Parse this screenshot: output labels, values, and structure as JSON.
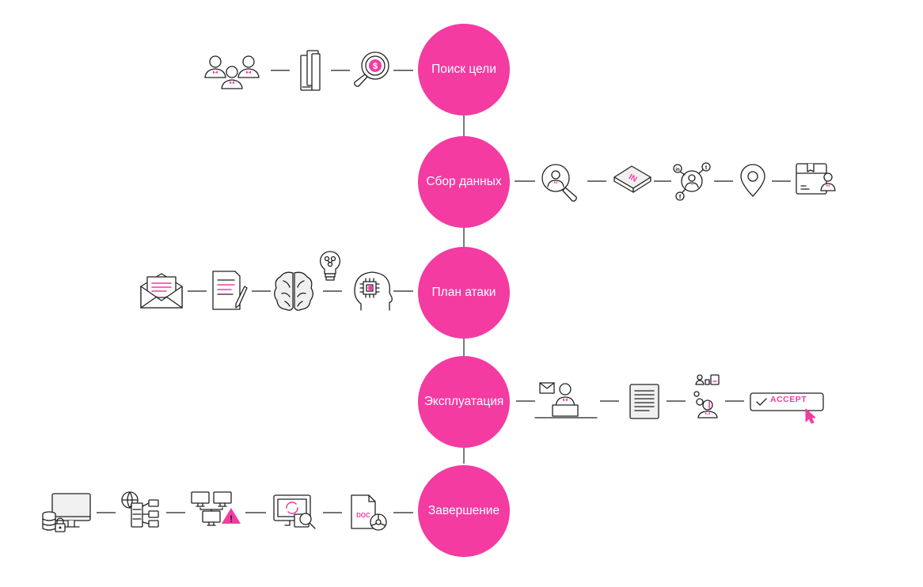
{
  "stages": [
    {
      "id": "target-search",
      "label": "Поиск цели"
    },
    {
      "id": "data-collection",
      "label": "Сбор данных"
    },
    {
      "id": "attack-plan",
      "label": "План атаки"
    },
    {
      "id": "exploitation",
      "label": "Эксплуатация"
    },
    {
      "id": "completion",
      "label": "Завершение"
    }
  ],
  "accept_button": {
    "label": "ACCEPT"
  },
  "colors": {
    "accent": "#f33ba1",
    "line": "#222222",
    "background": "#ffffff"
  },
  "icons": {
    "target_search": [
      "people-group-icon",
      "documents-stack-icon",
      "money-search-icon"
    ],
    "data_collection": [
      "person-search-icon",
      "linkedin-card-icon",
      "social-network-person-icon",
      "location-pin-icon",
      "profile-box-icon"
    ],
    "attack_plan": [
      "email-envelope-icon",
      "document-pen-icon",
      "brain-icon",
      "idea-bulb-icon",
      "head-chip-icon"
    ],
    "exploitation": [
      "person-laptop-email-icon",
      "document-list-icon",
      "impersonation-icon",
      "accept-button-cursor-icon"
    ],
    "completion": [
      "computer-database-lock-icon",
      "network-server-icon",
      "computers-warning-icon",
      "monitor-search-icon",
      "infected-file-icon"
    ]
  }
}
